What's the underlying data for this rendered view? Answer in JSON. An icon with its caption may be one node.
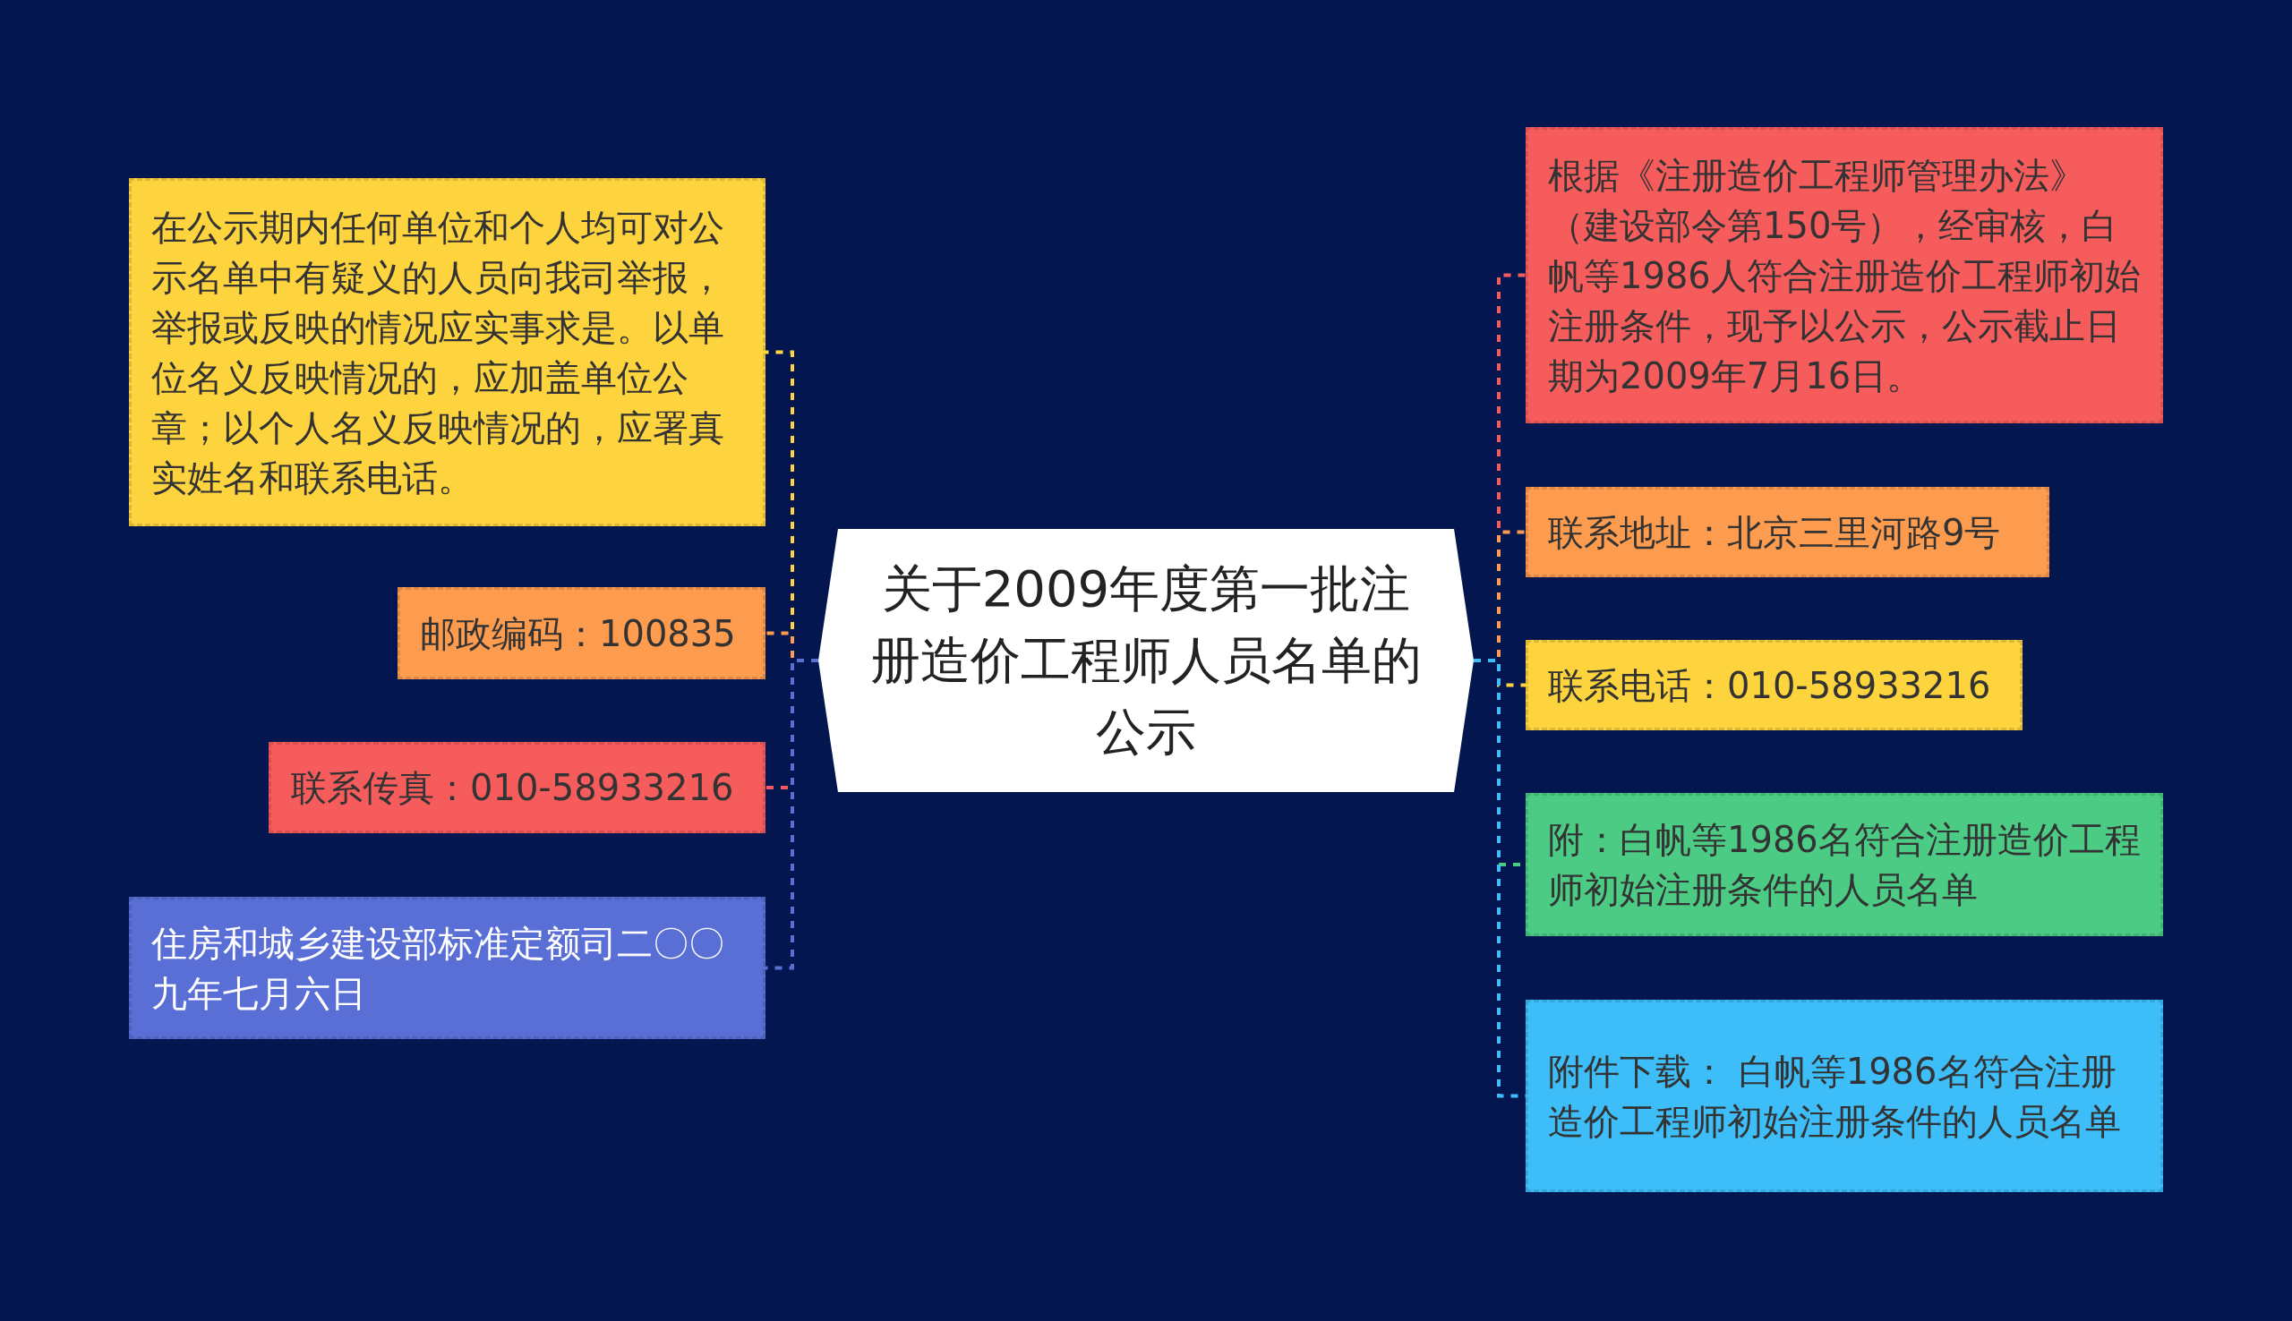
{
  "diagram": {
    "nodes": [
      {
        "text": [
          "关于2009年度第一批注册造价工程师人员名单的公示"
        ]
      },
      {
        "text": [
          "在公示期内任何单位和个人均可对公示名单中有疑义的人员向我司举报，举报或反映的情况应实事求是。以单位名义反映情况的，应加盖单位公章；以个人名义反映情况的，应署真实姓名和联系电话。"
        ]
      },
      {
        "text": [
          "邮政编码：100835"
        ]
      },
      {
        "text": [
          "联系传真：010-58933216"
        ]
      },
      {
        "text": [
          "住房和城乡建设部标准定额司二〇〇九年七月六日"
        ]
      },
      {
        "text": [
          "根据《注册造价工程师管理办法》（建设部令第150号），经审核，白帆等1986人符合注册造价工程师初始注册条件，现予以公示，公示截止日期为2009年7月16日。"
        ]
      },
      {
        "text": [
          "联系地址：北京三里河路9号"
        ]
      },
      {
        "text": [
          "联系电话：010-58933216"
        ]
      },
      {
        "text": [
          "附：白帆等1986名符合注册造价工程师初始注册条件的人员名单"
        ]
      },
      {
        "text": [
          "附件下载： 白帆等1986名符合注册造价工程师初始注册条件的人员名单"
        ]
      }
    ],
    "edges": [
      {
        "from": 0,
        "to": 1,
        "arrow": "none",
        "style": "dashed",
        "color": "#fdd33e"
      },
      {
        "from": 0,
        "to": 2,
        "arrow": "none",
        "style": "dashed",
        "color": "#fd9b4f"
      },
      {
        "from": 0,
        "to": 3,
        "arrow": "none",
        "style": "dashed",
        "color": "#f75c5c"
      },
      {
        "from": 0,
        "to": 4,
        "arrow": "none",
        "style": "dashed",
        "color": "#5a6fd6"
      },
      {
        "from": 0,
        "to": 5,
        "arrow": "none",
        "style": "dashed",
        "color": "#f75c5c"
      },
      {
        "from": 0,
        "to": 6,
        "arrow": "none",
        "style": "dashed",
        "color": "#fd9b4f"
      },
      {
        "from": 0,
        "to": 7,
        "arrow": "none",
        "style": "dashed",
        "color": "#fdd33e"
      },
      {
        "from": 0,
        "to": 8,
        "arrow": "none",
        "style": "dashed",
        "color": "#4ccb85"
      },
      {
        "from": 0,
        "to": 9,
        "arrow": "none",
        "style": "dashed",
        "color": "#3dbef8"
      }
    ]
  }
}
